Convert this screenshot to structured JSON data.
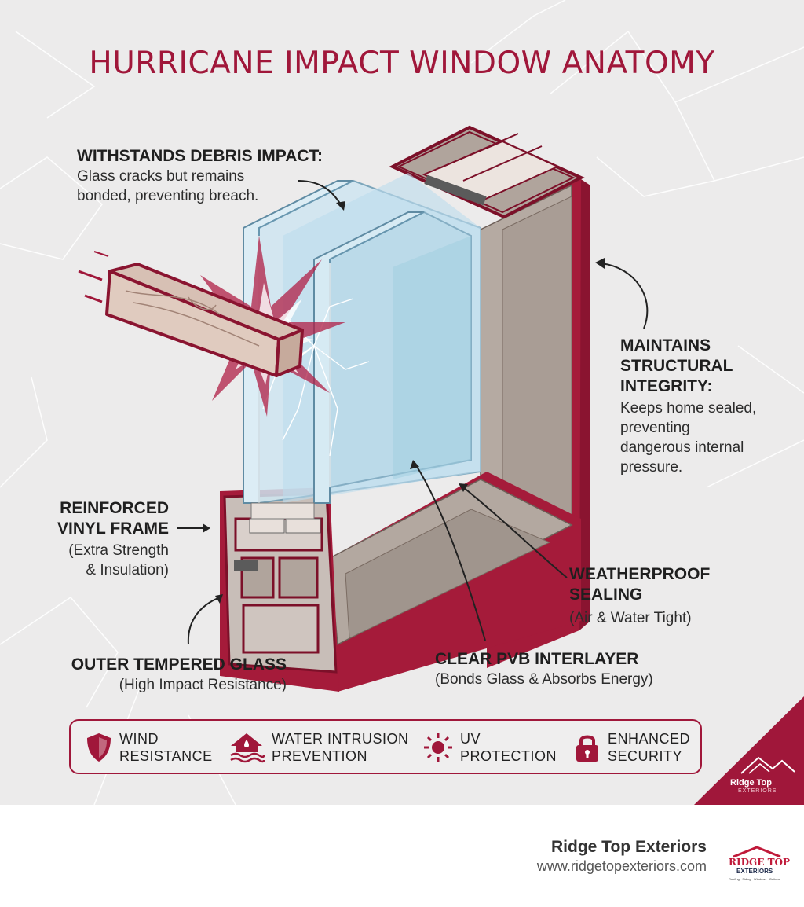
{
  "title": "HURRICANE IMPACT WINDOW ANATOMY",
  "callouts": {
    "debris": {
      "heading": "WITHSTANDS DEBRIS IMPACT:",
      "text": "Glass cracks but remains\nbonded, preventing breach."
    },
    "integrity": {
      "heading": "MAINTAINS\nSTRUCTURAL\nINTEGRITY:",
      "text": "Keeps home sealed,\npreventing\ndangerous internal\npressure."
    },
    "frame": {
      "heading": "REINFORCED\nVINYL FRAME",
      "text": "(Extra Strength\n& Insulation)"
    },
    "sealing": {
      "heading": "WEATHERPROOF\nSEALING",
      "text": "(Air & Water Tight)"
    },
    "glass": {
      "heading": "OUTER TEMPERED GLASS",
      "text": "(High Impact Resistance)"
    },
    "pvb": {
      "heading": "CLEAR PVB INTERLAYER",
      "text": "(Bonds Glass & Absorbs Energy)"
    }
  },
  "features": [
    {
      "icon": "shield-icon",
      "label": "WIND\nRESISTANCE"
    },
    {
      "icon": "house-water-icon",
      "label": "WATER INTRUSION\nPREVENTION"
    },
    {
      "icon": "sun-icon",
      "label": "UV\nPROTECTION"
    },
    {
      "icon": "padlock-icon",
      "label": "ENHANCED\nSECURITY"
    }
  ],
  "corner_badge": {
    "brand": "Ridge Top",
    "sub": "EXTERIORS"
  },
  "footer": {
    "company": "Ridge Top Exteriors",
    "url": "www.ridgetopexteriors.com",
    "logo_line1": "RIDGE TOP",
    "logo_line2": "EXTERIORS",
    "logo_line3": "Roofing · Siding · Windows · Gutters"
  },
  "colors": {
    "accent": "#a0173a",
    "frame": "#9e1a38",
    "frame_face": "#b4aaa3",
    "glass": "#bfe0ef",
    "background": "#ecebeb"
  }
}
